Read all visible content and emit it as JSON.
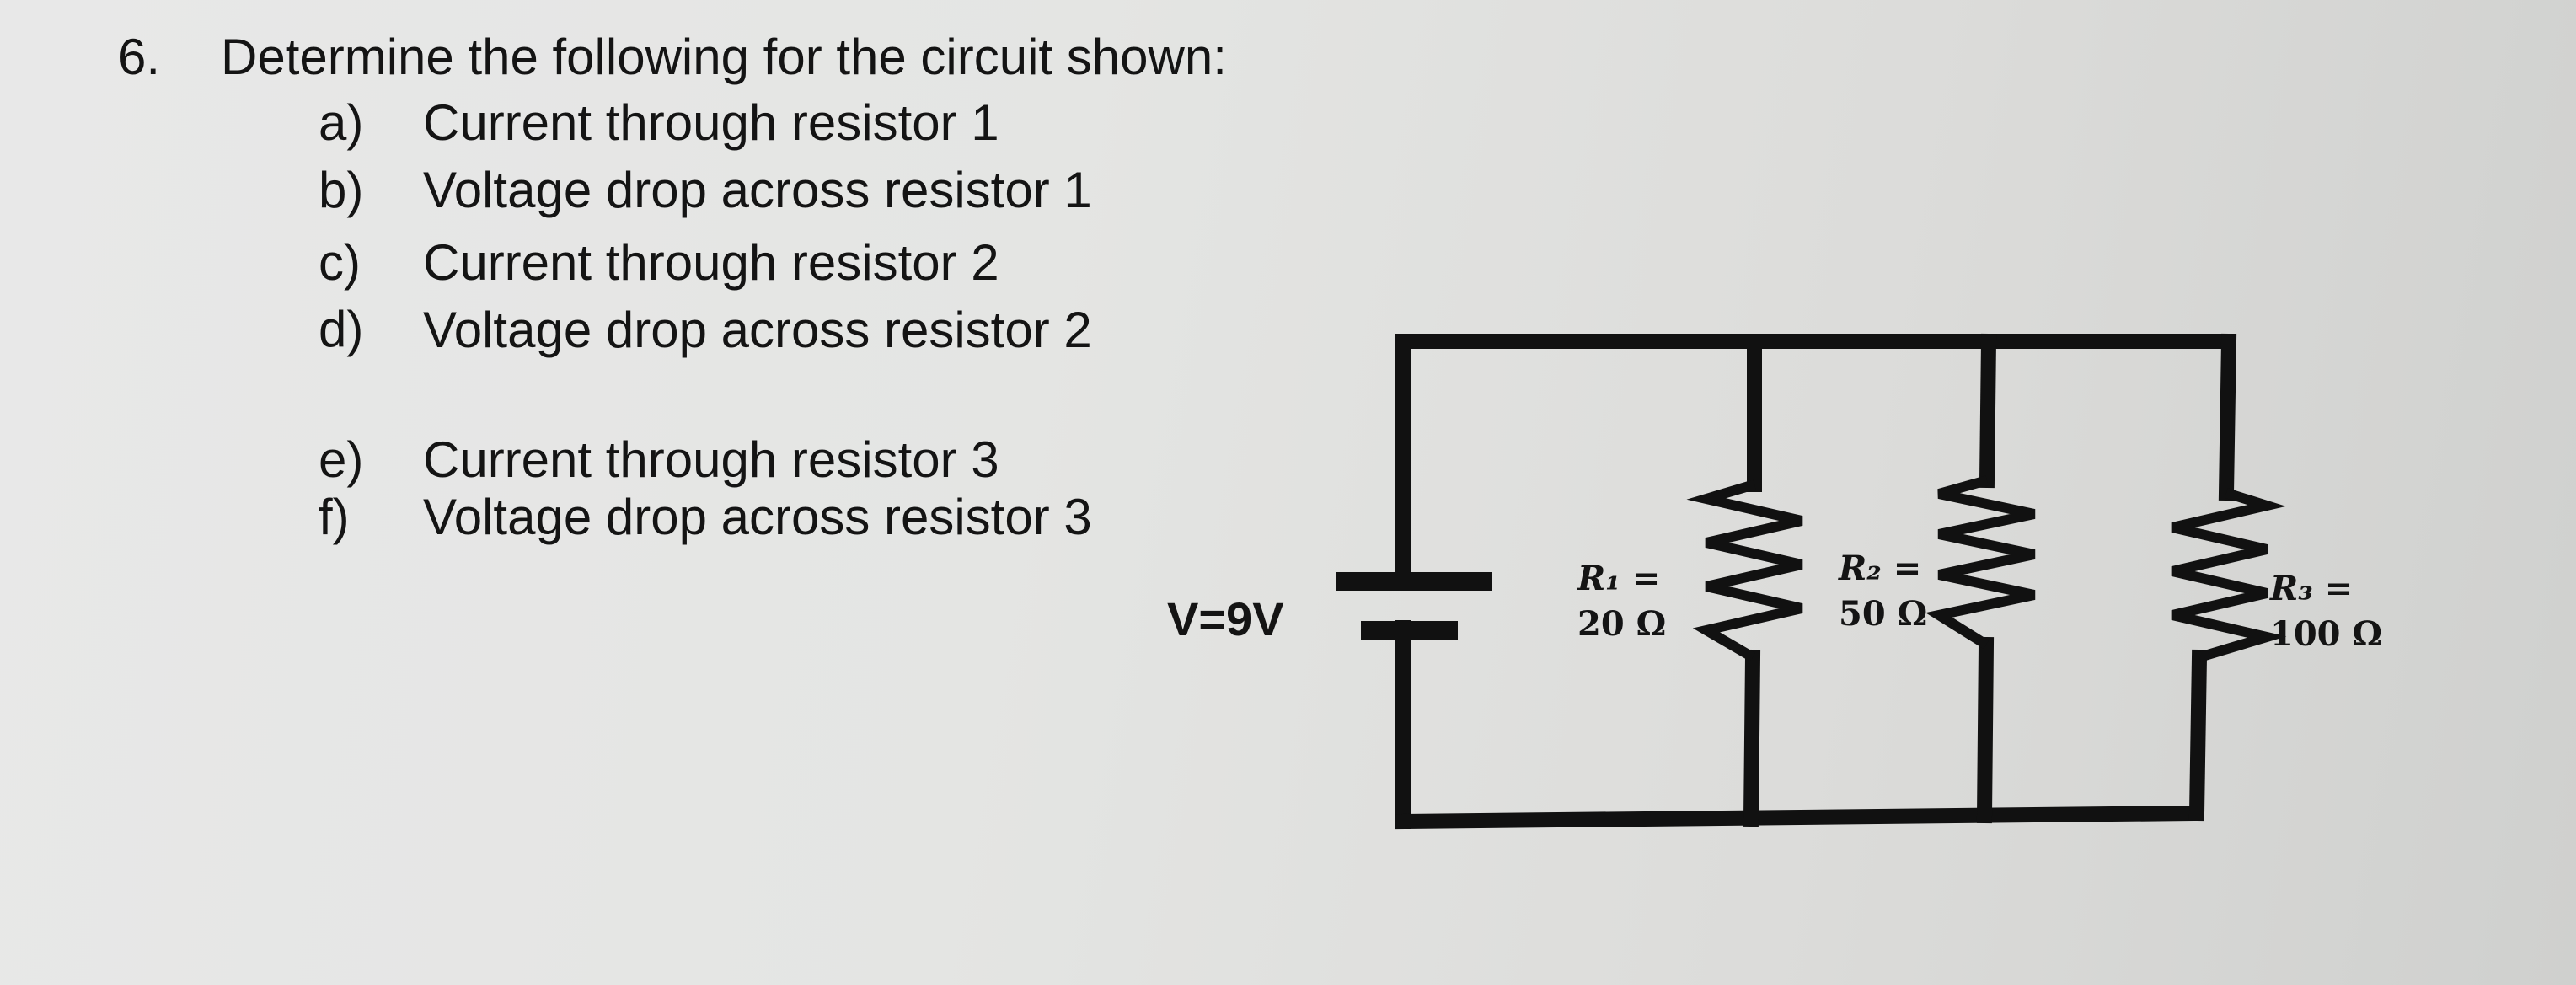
{
  "question": {
    "number": "6.",
    "title": "Determine the following for the circuit shown:",
    "parts": [
      {
        "letter": "a)",
        "text": "Current through resistor 1"
      },
      {
        "letter": "b)",
        "text": "Voltage drop across resistor 1"
      },
      {
        "letter": "c)",
        "text": "Current through resistor 2"
      },
      {
        "letter": "d)",
        "text": "Voltage drop across resistor 2"
      },
      {
        "letter": "e)",
        "text": "Current through resistor 3"
      },
      {
        "letter": "f)",
        "text": "Voltage drop across resistor 3"
      }
    ]
  },
  "circuit": {
    "voltage_label": "V=9V",
    "resistors": [
      {
        "name": "R₁ =",
        "value": "20 Ω"
      },
      {
        "name": "R₂ =",
        "value": "50 Ω"
      },
      {
        "name": "R₃ =",
        "value": "100 Ω"
      }
    ],
    "wire_color": "#111111"
  }
}
